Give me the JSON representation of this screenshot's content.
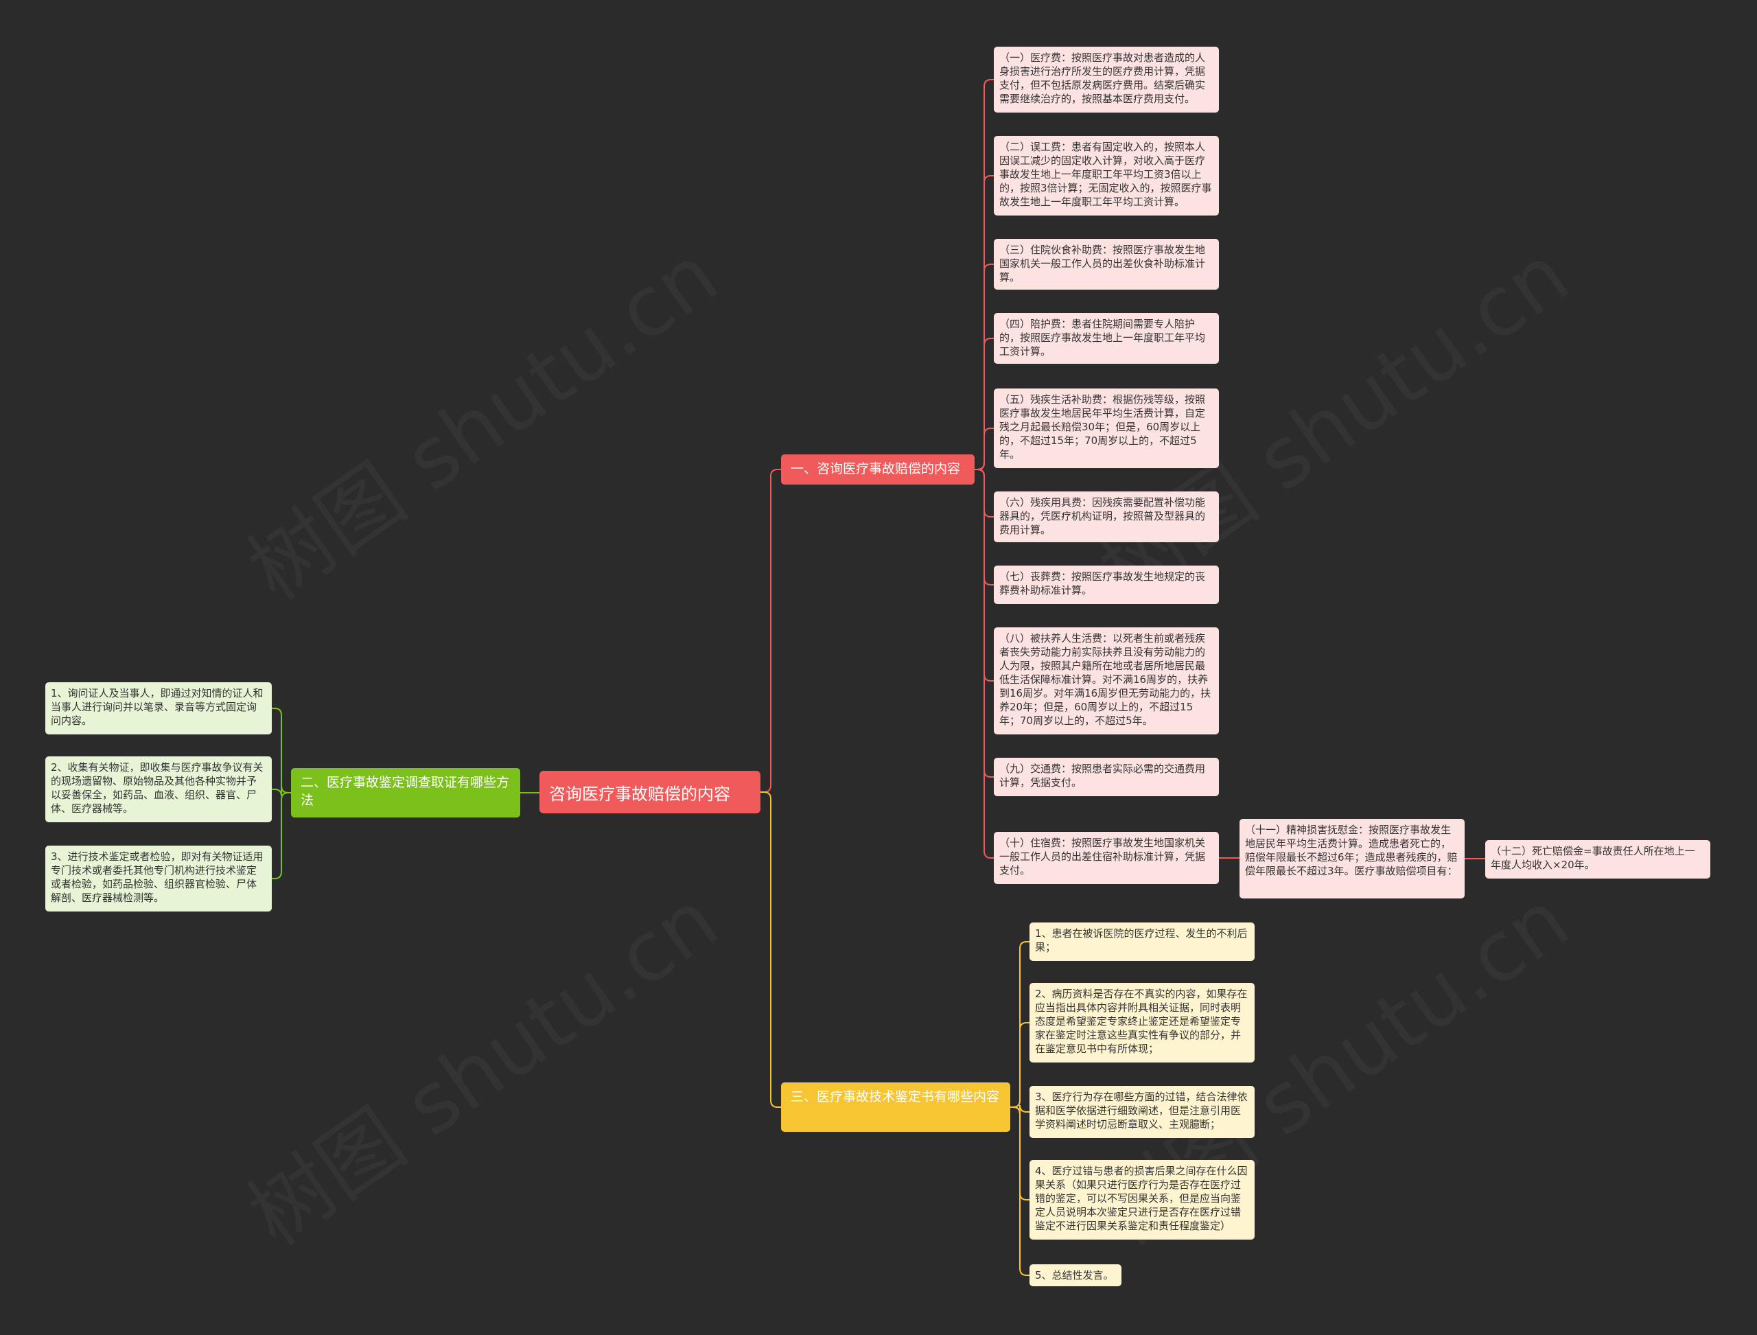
{
  "root": {
    "label": "咨询医疗事故赔偿的内容"
  },
  "branches": {
    "b1": {
      "label": "一、咨询医疗事故赔偿的内容",
      "items": [
        "（一）医疗费：按照医疗事故对患者造成的人身损害进行治疗所发生的医疗费用计算，凭据支付，但不包括原发病医疗费用。结案后确实需要继续治疗的，按照基本医疗费用支付。",
        "（二）误工费：患者有固定收入的，按照本人因误工减少的固定收入计算，对收入高于医疗事故发生地上一年度职工年平均工资3倍以上的，按照3倍计算；无固定收入的，按照医疗事故发生地上一年度职工年平均工资计算。",
        "（三）住院伙食补助费：按照医疗事故发生地国家机关一般工作人员的出差伙食补助标准计算。",
        "（四）陪护费：患者住院期间需要专人陪护的，按照医疗事故发生地上一年度职工年平均工资计算。",
        "（五）残疾生活补助费：根据伤残等级，按照医疗事故发生地居民年平均生活费计算，自定残之月起最长赔偿30年；但是，60周岁以上的，不超过15年；70周岁以上的，不超过5年。",
        "（六）残疾用具费：因残疾需要配置补偿功能器具的，凭医疗机构证明，按照普及型器具的费用计算。",
        "（七）丧葬费：按照医疗事故发生地规定的丧葬费补助标准计算。",
        "（八）被扶养人生活费：以死者生前或者残疾者丧失劳动能力前实际扶养且没有劳动能力的人为限，按照其户籍所在地或者居所地居民最低生活保障标准计算。对不满16周岁的，扶养到16周岁。对年满16周岁但无劳动能力的，扶养20年；但是，60周岁以上的，不超过15年；70周岁以上的，不超过5年。",
        "（九）交通费：按照患者实际必需的交通费用计算，凭据支付。",
        "（十）住宿费：按照医疗事故发生地国家机关一般工作人员的出差住宿补助标准计算，凭据支付。"
      ],
      "sub": "（十一）精神损害抚慰金：按照医疗事故发生地居民年平均生活费计算。造成患者死亡的，赔偿年限最长不超过6年；造成患者残疾的，赔偿年限最长不超过3年。医疗事故赔偿项目有：",
      "subsub": "（十二）死亡赔偿金=事故责任人所在地上一年度人均收入×20年。"
    },
    "b2": {
      "label": "二、医疗事故鉴定调查取证有哪些方法",
      "items": [
        "1、询问证人及当事人，即通过对知情的证人和当事人进行询问并以笔录、录音等方式固定询问内容。",
        "2、收集有关物证，即收集与医疗事故争议有关的现场遗留物、原始物品及其他各种实物并予以妥善保全，如药品、血液、组织、器官、尸体、医疗器械等。",
        "3、进行技术鉴定或者检验，即对有关物证适用专门技术或者委托其他专门机构进行技术鉴定或者检验，如药品检验、组织器官检验、尸体解剖、医疗器械检测等。"
      ]
    },
    "b3": {
      "label": "三、医疗事故技术鉴定书有哪些内容",
      "items": [
        "1、患者在被诉医院的医疗过程、发生的不利后果；",
        "2、病历资料是否存在不真实的内容，如果存在应当指出具体内容并附具相关证据，同时表明态度是希望鉴定专家终止鉴定还是希望鉴定专家在鉴定时注意这些真实性有争议的部分，并在鉴定意见书中有所体现；",
        "3、医疗行为存在哪些方面的过错，结合法律依据和医学依据进行细致阐述，但是注意引用医学资料阐述时切忌断章取义、主观臆断；",
        "4、医疗过错与患者的损害后果之间存在什么因果关系（如果只进行医疗行为是否存在医疗过错的鉴定，可以不写因果关系，但是应当向鉴定人员说明本次鉴定只进行是否存在医疗过错鉴定不进行因果关系鉴定和责任程度鉴定）",
        "5、总结性发言。"
      ]
    }
  },
  "colors": {
    "background": "#2b2b2b",
    "red": "#f15a5a",
    "green": "#7cc01c",
    "yellow": "#f7c531"
  }
}
